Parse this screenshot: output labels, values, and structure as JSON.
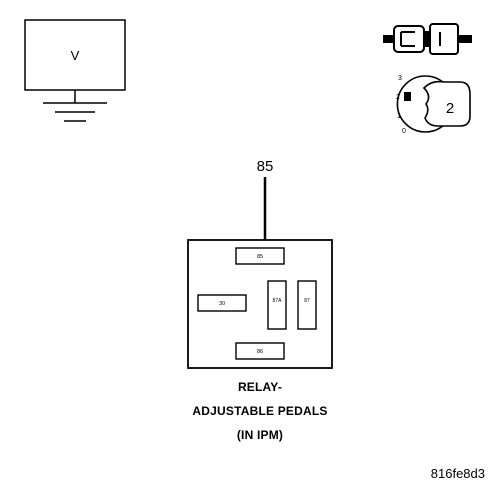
{
  "voltmeter": {
    "symbol": "V"
  },
  "key_position": {
    "marks": [
      "3",
      "2",
      "1",
      "0"
    ],
    "selected": "2"
  },
  "probe_pin": {
    "label": "85"
  },
  "relay": {
    "terminals": [
      {
        "id": "85",
        "label": "85"
      },
      {
        "id": "30",
        "label": "30"
      },
      {
        "id": "87A",
        "label": "87A"
      },
      {
        "id": "87",
        "label": "87"
      },
      {
        "id": "86",
        "label": "86"
      }
    ]
  },
  "caption": {
    "line1": "RELAY-",
    "line2": "ADJUSTABLE PEDALS",
    "line3": "(IN IPM)"
  },
  "figure_id": "816fe8d3"
}
